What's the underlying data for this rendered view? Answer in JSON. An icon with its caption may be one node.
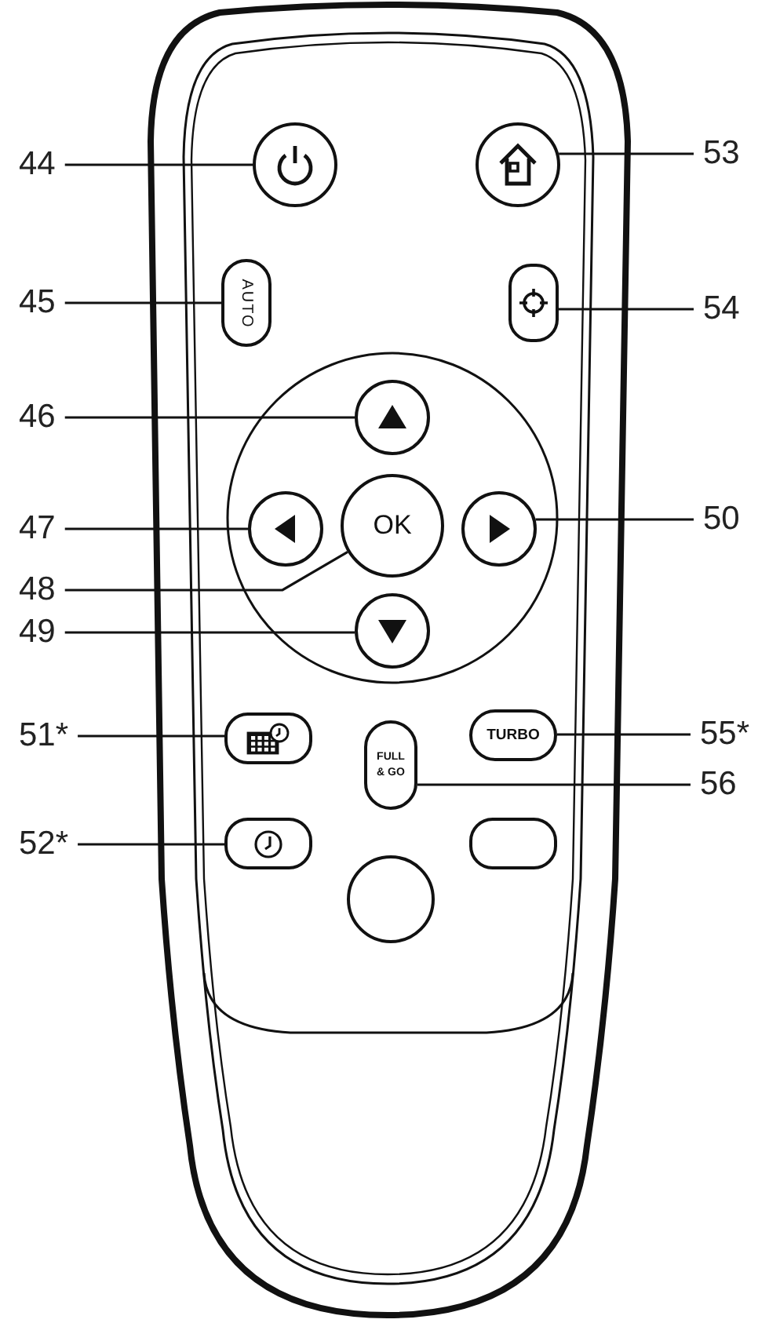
{
  "diagram": {
    "nodes": [
      {
        "text": [
          "44"
        ]
      },
      {
        "text": [],
        "shape": "circle"
      },
      {
        "text": [
          "53"
        ]
      },
      {
        "text": [],
        "shape": "circle"
      },
      {
        "text": [
          "45"
        ]
      },
      {
        "text": [
          "AUTO"
        ]
      },
      {
        "text": [
          "54"
        ]
      },
      {
        "text": [],
        "shape": "box"
      },
      {
        "text": [
          "46"
        ]
      },
      {
        "text": [],
        "shape": "circle"
      },
      {
        "text": [
          "47"
        ]
      },
      {
        "text": [],
        "shape": "circle"
      },
      {
        "text": [
          "48"
        ]
      },
      {
        "text": [
          "OK"
        ]
      },
      {
        "text": [
          "49"
        ]
      },
      {
        "text": [],
        "shape": "circle"
      },
      {
        "text": [
          "50"
        ]
      },
      {
        "text": [],
        "shape": "circle"
      },
      {
        "text": [
          "51*"
        ]
      },
      {
        "text": [],
        "shape": "box"
      },
      {
        "text": [
          "55*"
        ]
      },
      {
        "text": [
          "TURBO"
        ]
      },
      {
        "text": [
          "56"
        ]
      },
      {
        "text": [
          "FULL & GO"
        ]
      },
      {
        "text": [
          "52*"
        ]
      },
      {
        "text": [],
        "shape": "box"
      },
      {
        "text": [],
        "shape": "box"
      },
      {
        "text": [],
        "shape": "circle"
      }
    ],
    "edges": [
      {
        "from": 0,
        "to": 1,
        "arrow": "none"
      },
      {
        "from": 2,
        "to": 3,
        "arrow": "none"
      },
      {
        "from": 4,
        "to": 5,
        "arrow": "none"
      },
      {
        "from": 6,
        "to": 7,
        "arrow": "none"
      },
      {
        "from": 8,
        "to": 9,
        "arrow": "none"
      },
      {
        "from": 10,
        "to": 11,
        "arrow": "none"
      },
      {
        "from": 12,
        "to": 13,
        "arrow": "none"
      },
      {
        "from": 14,
        "to": 15,
        "arrow": "none"
      },
      {
        "from": 16,
        "to": 17,
        "arrow": "none"
      },
      {
        "from": 18,
        "to": 19,
        "arrow": "none"
      },
      {
        "from": 20,
        "to": 21,
        "arrow": "none"
      },
      {
        "from": 22,
        "to": 23,
        "arrow": "none"
      },
      {
        "from": 24,
        "to": 25,
        "arrow": "none"
      }
    ]
  }
}
